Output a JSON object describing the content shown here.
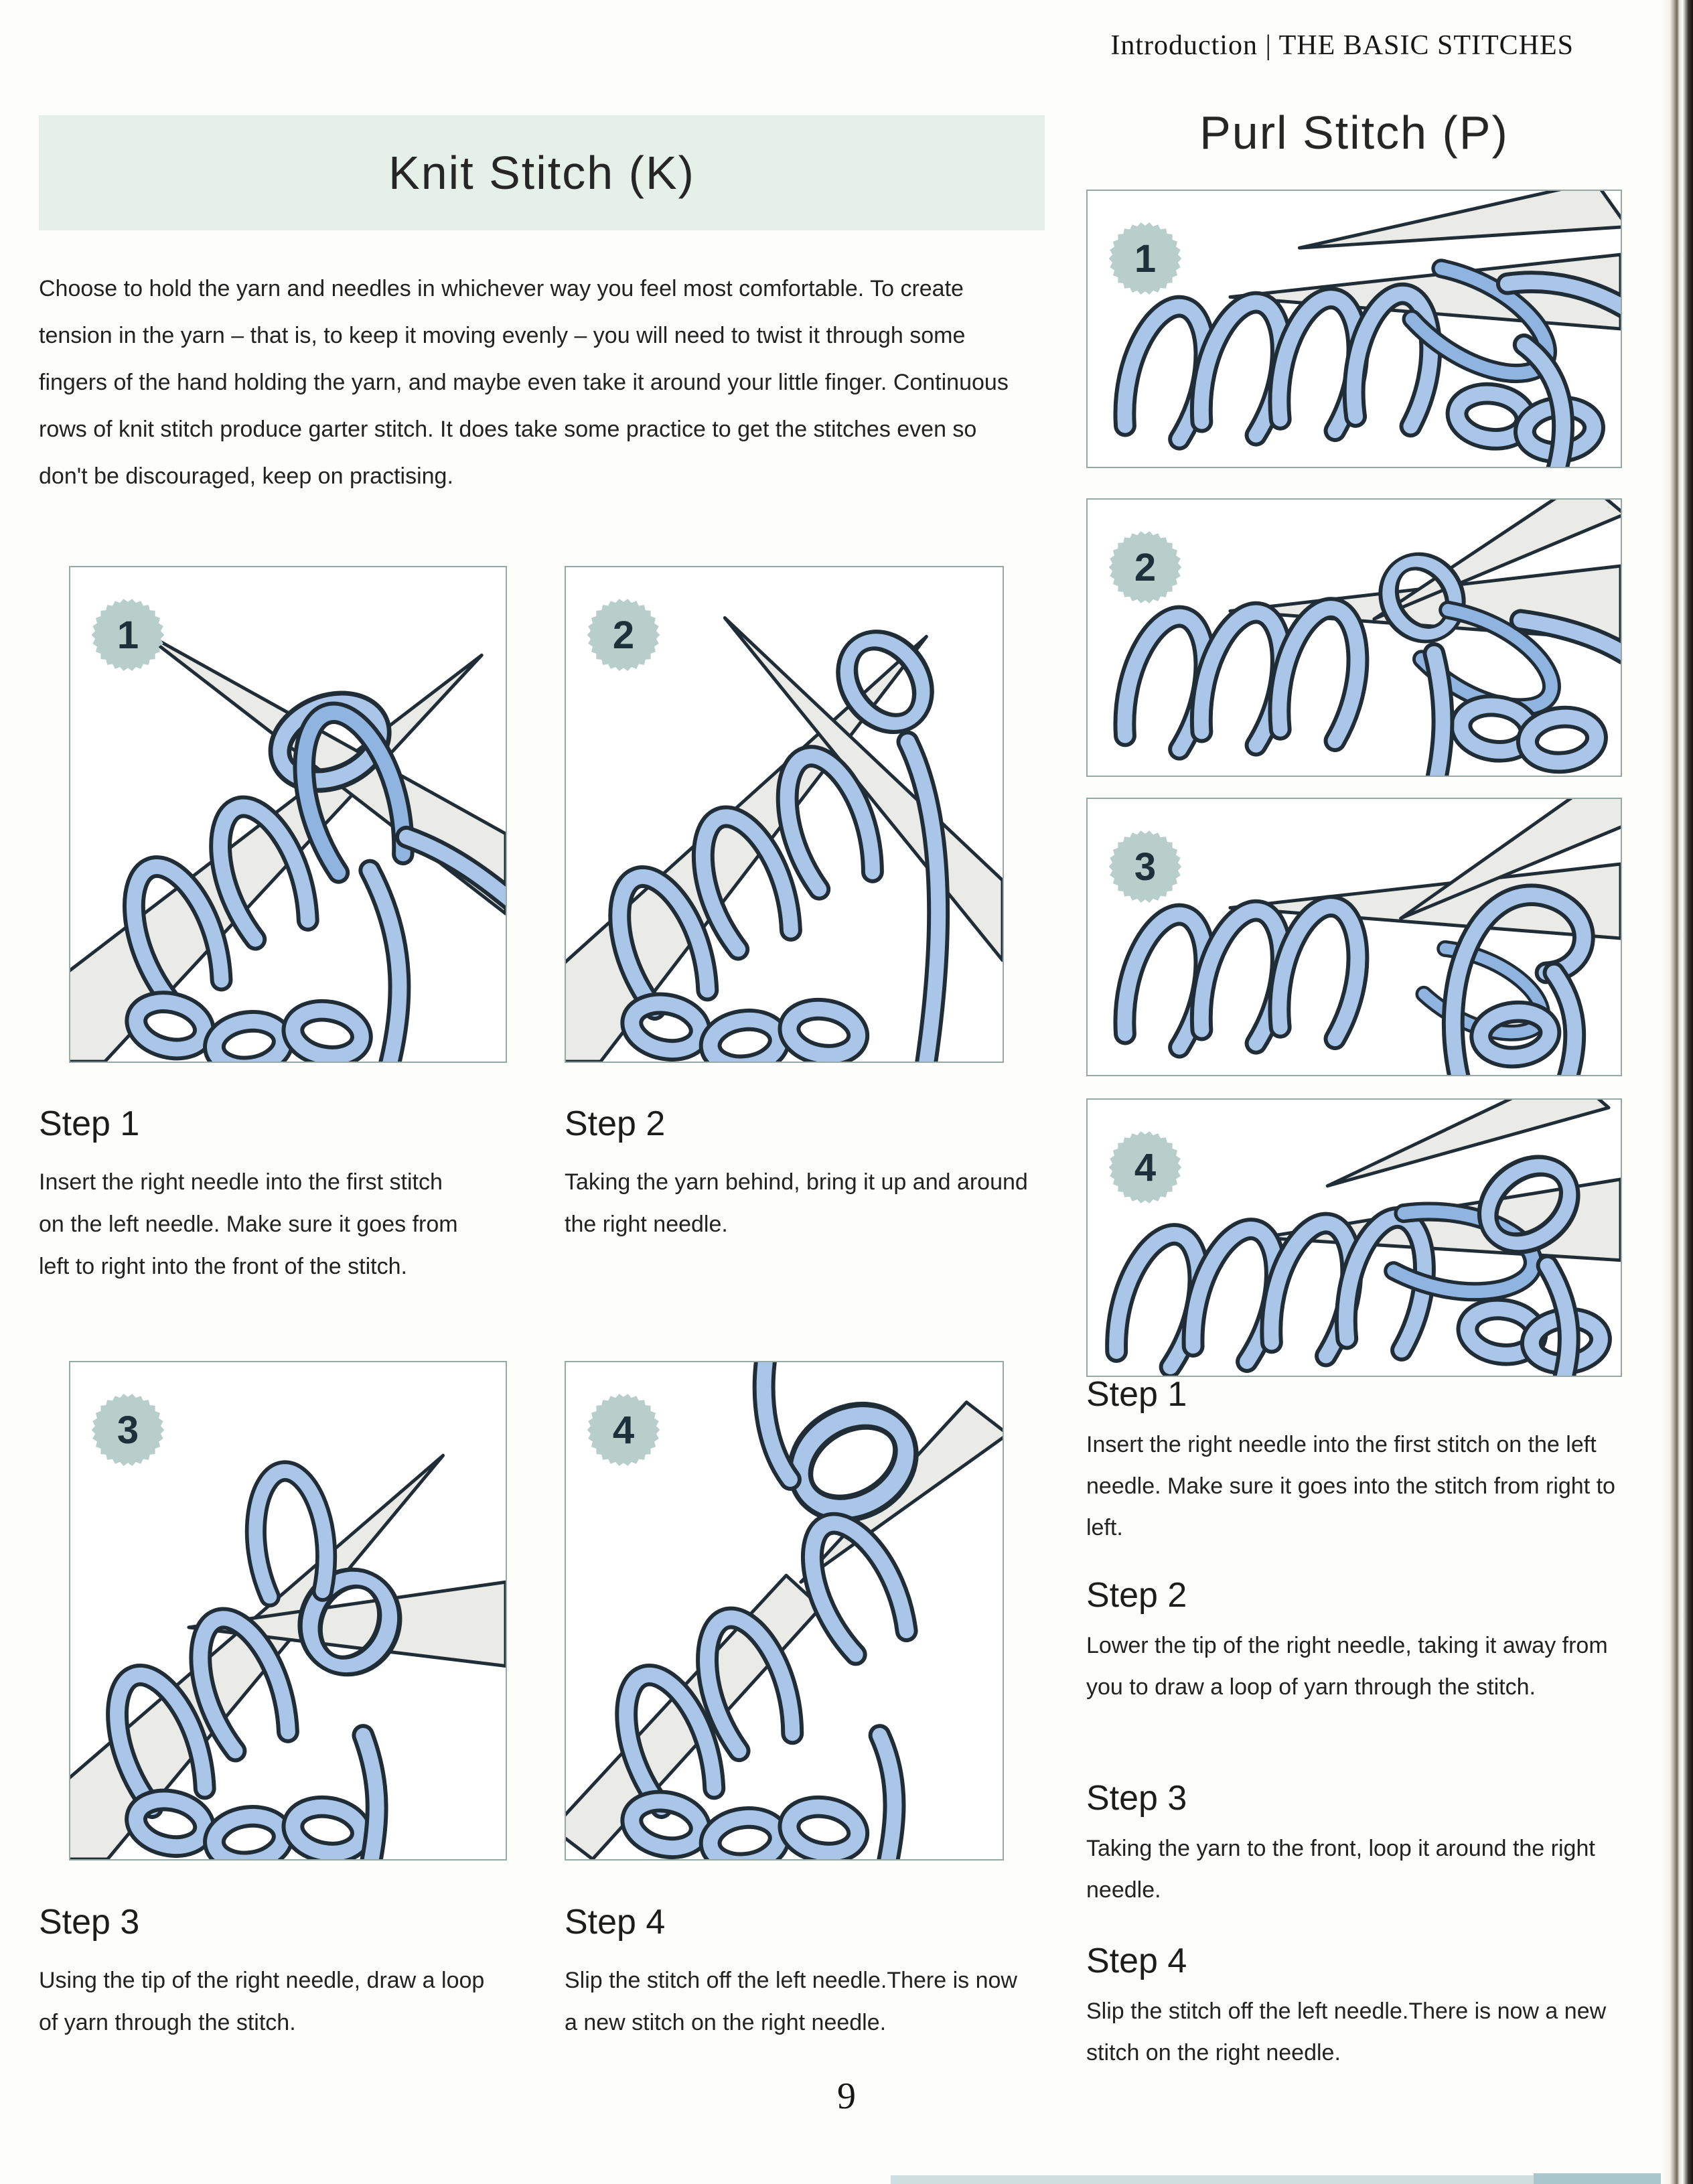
{
  "page": {
    "header": "Introduction | THE BASIC STITCHES",
    "page_number": "9"
  },
  "knit": {
    "title": "Knit Stitch (K)",
    "intro": "Choose to hold the yarn and needles in whichever way you feel most comfortable. To create tension in the yarn – that is, to keep it moving evenly – you will need to twist it through some fingers of the hand holding the yarn, and maybe even take it around your little finger. Continuous rows of knit stitch produce garter stitch. It does take some practice to get the stitches even so don't be discouraged, keep on practising.",
    "steps": [
      {
        "number": "1",
        "heading": "Step 1",
        "text": "Insert the right needle into the first stitch on the left needle. Make sure it goes from left to right into the front of the stitch."
      },
      {
        "number": "2",
        "heading": "Step 2",
        "text": "Taking the yarn behind, bring it up and around the right needle."
      },
      {
        "number": "3",
        "heading": "Step 3",
        "text": "Using the tip of the right needle, draw a loop of yarn through the stitch."
      },
      {
        "number": "4",
        "heading": "Step 4",
        "text": "Slip the stitch off the left needle.There is now a new stitch on the right needle."
      }
    ]
  },
  "purl": {
    "title": "Purl Stitch (P)",
    "steps": [
      {
        "number": "1",
        "heading": "Step 1",
        "text": "Insert the right needle into the first stitch on the left needle. Make sure it goes into the stitch from right to left."
      },
      {
        "number": "2",
        "heading": "Step 2",
        "text": "Lower the tip of the right needle, taking it away from you to draw a loop of yarn through the stitch."
      },
      {
        "number": "3",
        "heading": "Step 3",
        "text": "Taking the yarn to the front, loop it around the right needle."
      },
      {
        "number": "4",
        "heading": "Step 4",
        "text": "Slip the stitch off the left needle.There is now a new stitch on the right needle."
      }
    ]
  },
  "colors": {
    "title_band": "#e5f0e9",
    "badge": "#b7cecb",
    "badge_text": "#1b323b",
    "yarn": "#a9c6e8",
    "yarn_shade": "#8fb4e0",
    "outline": "#202c36",
    "needle": "#eaeae6",
    "panel_border": "#96a9a4"
  }
}
